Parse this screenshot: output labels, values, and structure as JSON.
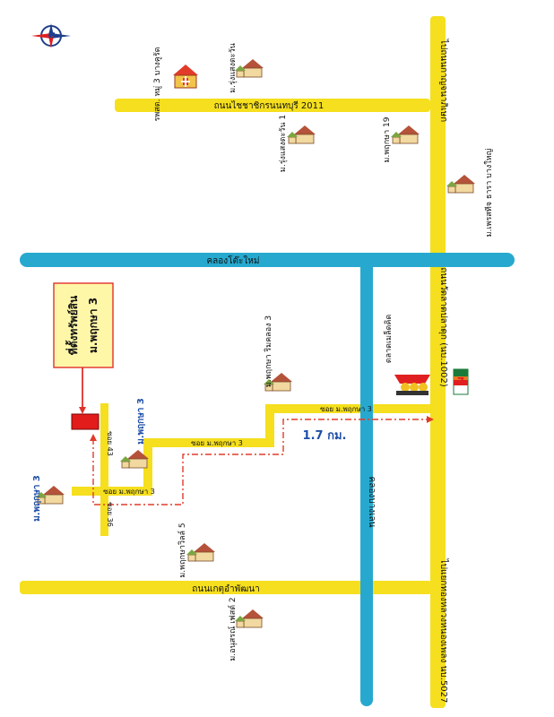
{
  "compass": {
    "letter": "N"
  },
  "roads": {
    "rama_2011": "ถนนไชชาชิกรนนทบุรี 2011",
    "khlong_toei_new": "คลองโต๊ะใหม่",
    "tiwanon": "ถนนเกตุอำพัฒนา",
    "main_road_top": "ไปถนนกาญจนาภิเษก",
    "main_road_mid": "ถนนวัดลาดปลาดุก (นบ.1002)",
    "main_road_bottom": "ไปแยกทองหลวงหนองเพลง นบ.5027",
    "canal_vertical": "คลองบางเลน"
  },
  "soi": {
    "soi43": "ซอย 43",
    "soi36": "ซอย 36",
    "soi_phruksa3_a": "ซอย ม.พฤกษา 3",
    "soi_phruksa3_b": "ซอย ม.พฤกษา 3",
    "soi_phruksa3_c": "ซอย ม.พฤกษา 3"
  },
  "places": {
    "hospital": "รพสต. หมู่ 3 บางคูรัด",
    "rungsaeng": "ม.รุ่งแสงตะวัน",
    "rungsaeng1": "ม.รุ่งแสงตะวัน 1",
    "phruksa19": "ม.พฤกษา 19",
    "sawan": "ม.เพรสทีจ ธารา บางใหญ่",
    "phruksa3_rim": "ม.พฤกษา ริมคลอง 3",
    "phruksa3_blue_a": "ม.พฤกษา 3",
    "phruksa3_blue_b": "ม.พฤกษา 3",
    "phruksaville5": "ม.พฤกษาวิลล์ 5",
    "inn_city": "ม.อนุสรณ์ เฟสต์ 2",
    "market": "ตลาดเมล็ดคิด"
  },
  "target": {
    "title": "ที่ตั้งทรัพย์สิน",
    "subtitle": "ม.พฤกษา 3"
  },
  "distance": "1.7 กม.",
  "store_icon": "seven-eleven-icon",
  "colors": {
    "road": "#f5df1e",
    "canal": "#27a9cf",
    "route": "#e23b2a",
    "target_fill": "#e21b1b",
    "label_box_fill": "#fff7a8",
    "label_box_border": "#e0312c",
    "blue_text": "#1f4fa8"
  }
}
